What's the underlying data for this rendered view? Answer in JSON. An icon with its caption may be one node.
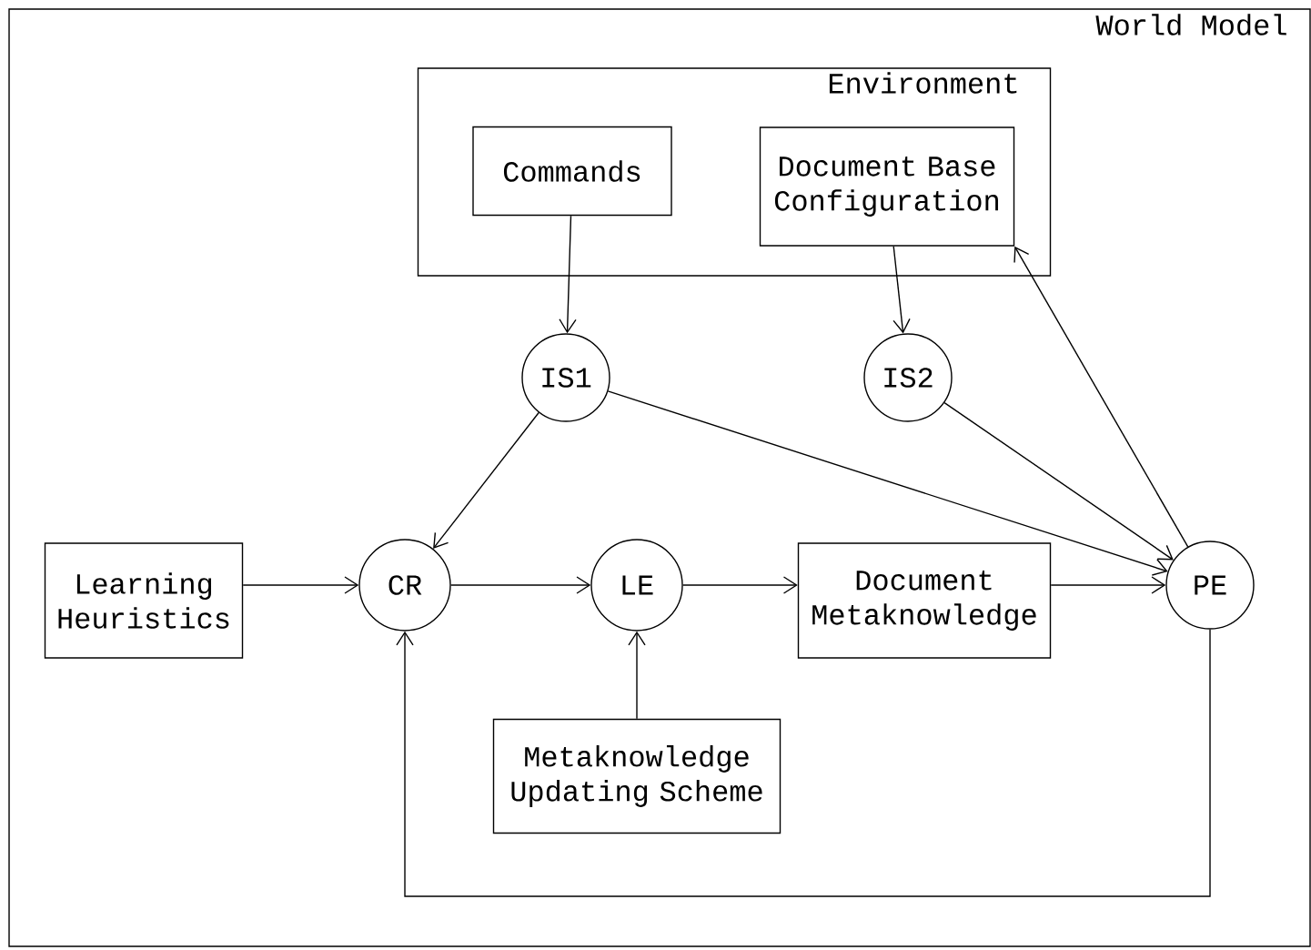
{
  "diagram": {
    "nodes": [
      {
        "text": [
          "World Model"
        ]
      },
      {
        "text": [
          "Environment"
        ],
        "in": 0
      },
      {
        "text": [
          "Commands"
        ],
        "in": 1
      },
      {
        "text": [
          "Document Base Configuration"
        ],
        "in": 1
      },
      {
        "text": [
          "IS1"
        ],
        "in": 0
      },
      {
        "text": [
          "IS2"
        ],
        "in": 0
      },
      {
        "text": [
          "Learning Heuristics"
        ],
        "in": 0
      },
      {
        "text": [
          "CR"
        ],
        "in": 0
      },
      {
        "text": [
          "LE"
        ],
        "in": 0
      },
      {
        "text": [
          "Document Metaknowledge"
        ],
        "in": 0
      },
      {
        "text": [
          "PE"
        ],
        "in": 0
      },
      {
        "text": [
          "Metaknowledge Updating Scheme"
        ],
        "in": 0
      }
    ],
    "edges": [
      {
        "from": 2,
        "to": 4,
        "arrow": "to"
      },
      {
        "from": 3,
        "to": 5,
        "arrow": "to"
      },
      {
        "from": 4,
        "to": 7,
        "arrow": "to"
      },
      {
        "from": 4,
        "to": 10,
        "arrow": "to"
      },
      {
        "from": 5,
        "to": 10,
        "arrow": "to"
      },
      {
        "from": 10,
        "to": 3,
        "arrow": "to"
      },
      {
        "from": 6,
        "to": 7,
        "arrow": "to"
      },
      {
        "from": 7,
        "to": 8,
        "arrow": "to"
      },
      {
        "from": 8,
        "to": 9,
        "arrow": "to"
      },
      {
        "from": 9,
        "to": 10,
        "arrow": "to"
      },
      {
        "from": 11,
        "to": 8,
        "arrow": "to"
      },
      {
        "from": 10,
        "to": 7,
        "arrow": "to"
      }
    ]
  }
}
